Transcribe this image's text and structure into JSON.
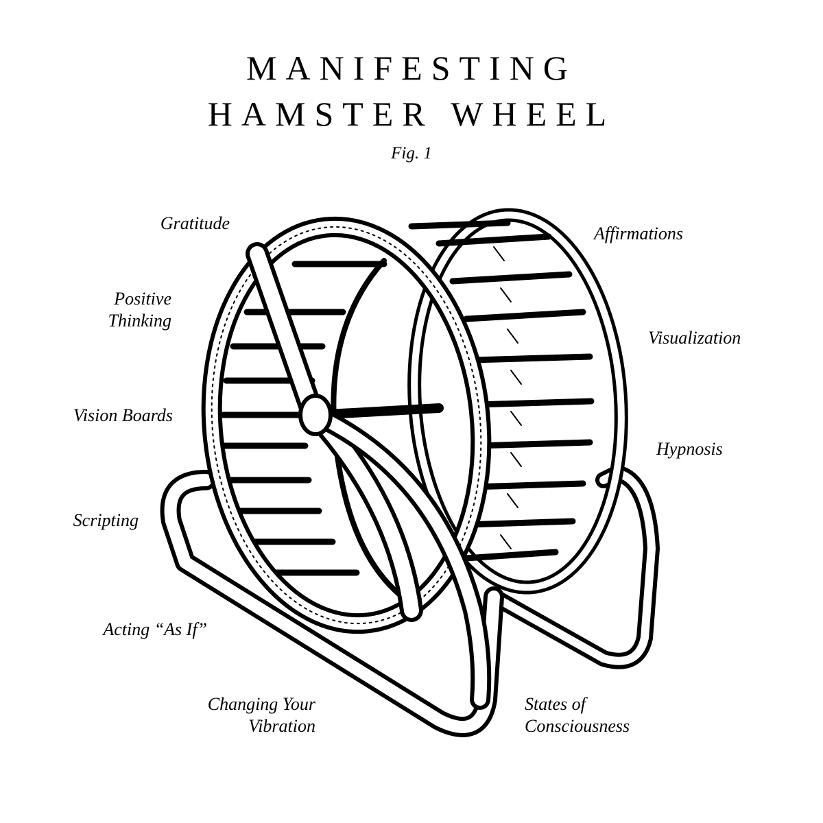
{
  "title": {
    "line1": "MANIFESTING",
    "line2": "HAMSTER WHEEL"
  },
  "figure_label": "Fig. 1",
  "labels": {
    "gratitude": "Gratitude",
    "positive_thinking": [
      "Positive",
      "Thinking"
    ],
    "vision_boards": "Vision Boards",
    "scripting": "Scripting",
    "acting_as_if": "Acting “As If”",
    "changing_vibration": [
      "Changing Your",
      "Vibration"
    ],
    "affirmations": "Affirmations",
    "visualization": "Visualization",
    "hypnosis": "Hypnosis",
    "states_of_consciousness": [
      "States of",
      "Consciousness"
    ]
  },
  "colors": {
    "ink": "#000000",
    "paper": "#ffffff"
  }
}
